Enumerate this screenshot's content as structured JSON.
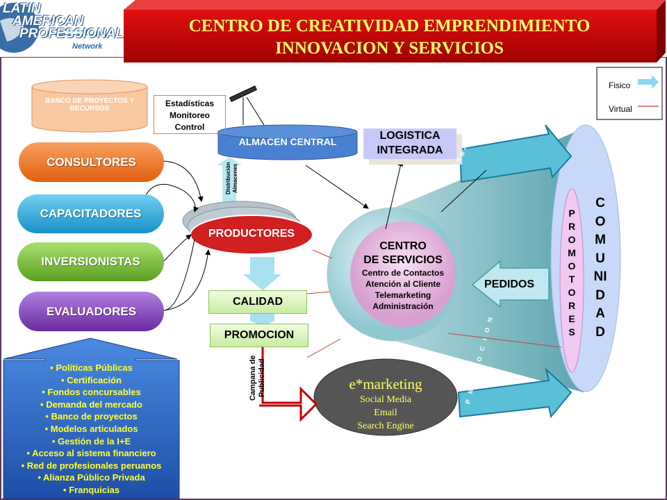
{
  "logo": {
    "line1": "LATIN",
    "line2": "AMERICAN",
    "line3": "PROFESSIONAL",
    "line4": "Network"
  },
  "header": {
    "line1": "CENTRO DE CREATIVIDAD EMPRENDIMIENTO",
    "line2": "INNOVACION Y SERVICIOS"
  },
  "legend": {
    "fisico": "Fisico",
    "virtual": "Virtual"
  },
  "banco": "BANCO DE PROYECTOS Y RECURSOS",
  "estadisticas": [
    "Estadísticas",
    "Monitoreo",
    "Control"
  ],
  "almacen": "ALMACEN CENTRAL",
  "logistica": [
    "LOGISTICA",
    "INTEGRADA"
  ],
  "distribucion": [
    "Distribución",
    "Almacenes"
  ],
  "actors": [
    "CONSULTORES",
    "CAPACITADORES",
    "INVERSIONISTAS",
    "EVALUADORES"
  ],
  "productores": "PRODUCTORES",
  "calidad": "CALIDAD",
  "promocion": "PROMOCION",
  "campana": [
    "Campana de",
    "Publicidad"
  ],
  "centro": {
    "title1": "CENTRO",
    "title2": "DE SERVICIOS",
    "items": [
      "Centro de Contactos",
      "Atención al Cliente",
      "Telemarketing",
      "Administración"
    ]
  },
  "emarketing": {
    "title": "e*marketing",
    "items": [
      "Social Media",
      "Email",
      "Search Engine"
    ]
  },
  "pedidos": "PEDIDOS",
  "entrega": "ENTREGA",
  "promocion_arrow": "PROMOCION",
  "promotores": "PROMOTORES",
  "comunidad": "COMUNIDAD",
  "support": [
    "Políticas Públicas",
    "Certificación",
    "Fondos concursables",
    "Demanda del mercado",
    "Banco de proyectos",
    "Modelos articulados",
    "Gestión de la I+E",
    "Acceso al sistema financiero",
    "Red de profesionales peruanos",
    "Alianza Público Privada",
    "Franquicias"
  ],
  "colors": {
    "banner": "#c00000",
    "title": "#ffff66",
    "consultores": "#f07820",
    "capacitadores": "#2aa8d8",
    "inversionistas": "#7cc030",
    "evaluadores": "#8040b0",
    "productores": "#d02020"
  }
}
